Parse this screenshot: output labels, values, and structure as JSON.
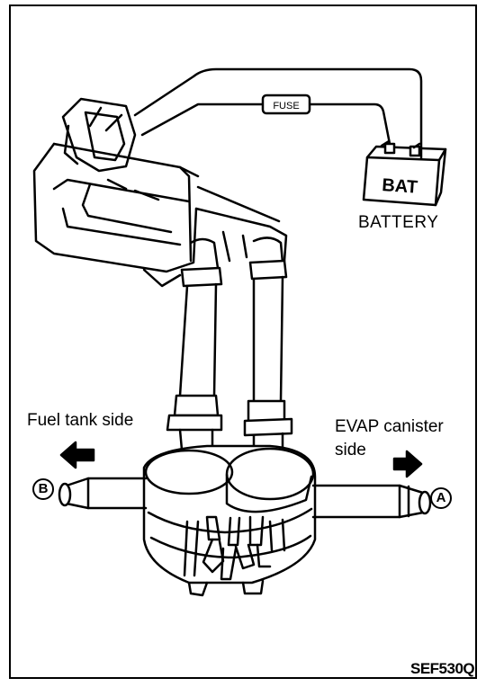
{
  "labels": {
    "fuse": "FUSE",
    "bat": "BAT",
    "battery": "BATTERY",
    "fuel_tank_side": "Fuel tank side",
    "evap_line1": "EVAP canister",
    "evap_line2": "side",
    "port_b": "B",
    "port_a": "A",
    "figure_code": "SEF530Q"
  },
  "icons": [
    "left-arrow-icon",
    "right-arrow-icon"
  ],
  "colors": {
    "ink": "#000000",
    "paper": "#ffffff"
  }
}
